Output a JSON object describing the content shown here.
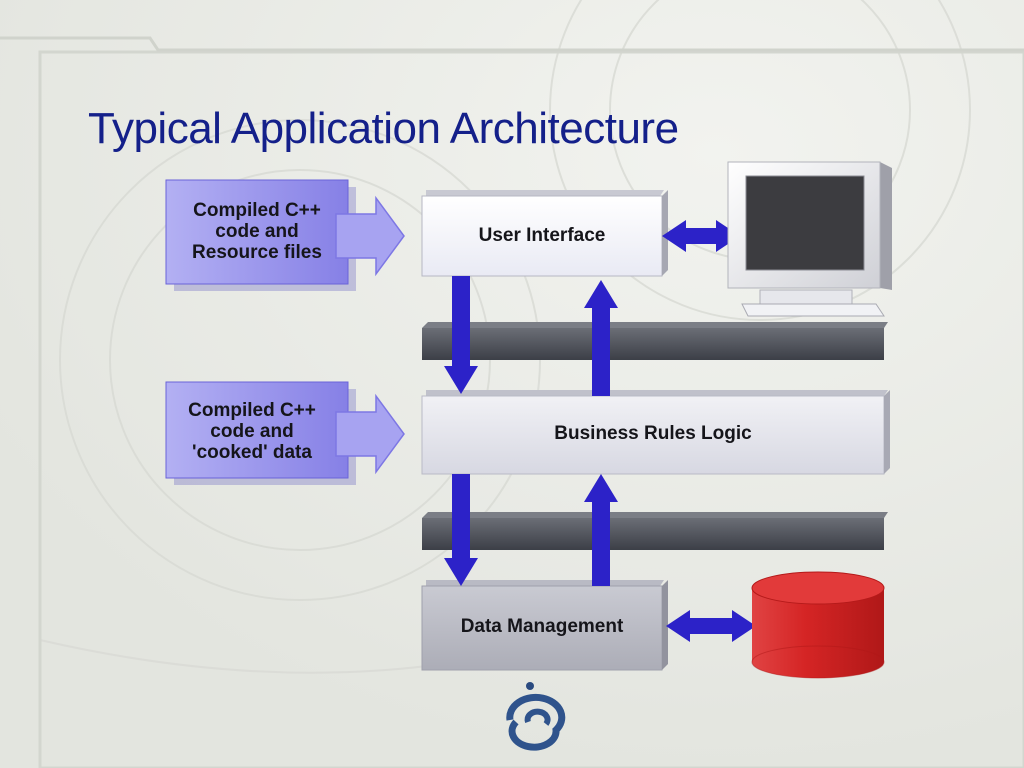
{
  "title": "Typical Application Architecture",
  "inputs": [
    {
      "lines": [
        "Compiled C++",
        "code and",
        "Resource files"
      ],
      "target": "User Interface"
    },
    {
      "lines": [
        "Compiled C++",
        "code and",
        "'cooked' data"
      ],
      "target": "Business Rules Logic"
    }
  ],
  "layers": {
    "top": "User Interface",
    "middle": "Business Rules Logic",
    "bottom": "Data Management"
  },
  "connectors": {
    "ui_to_monitor": "bidirectional",
    "data_to_database": "bidirectional"
  },
  "colors": {
    "title": "#14208a",
    "arrow": "#2c22c8",
    "input_box": "#8c86ec",
    "database": "#d82828",
    "separator_bar": "#4a4d55"
  },
  "icons": {
    "monitor": "computer-monitor-icon",
    "database": "database-cylinder-icon",
    "logo": "swirl-logo-icon"
  }
}
